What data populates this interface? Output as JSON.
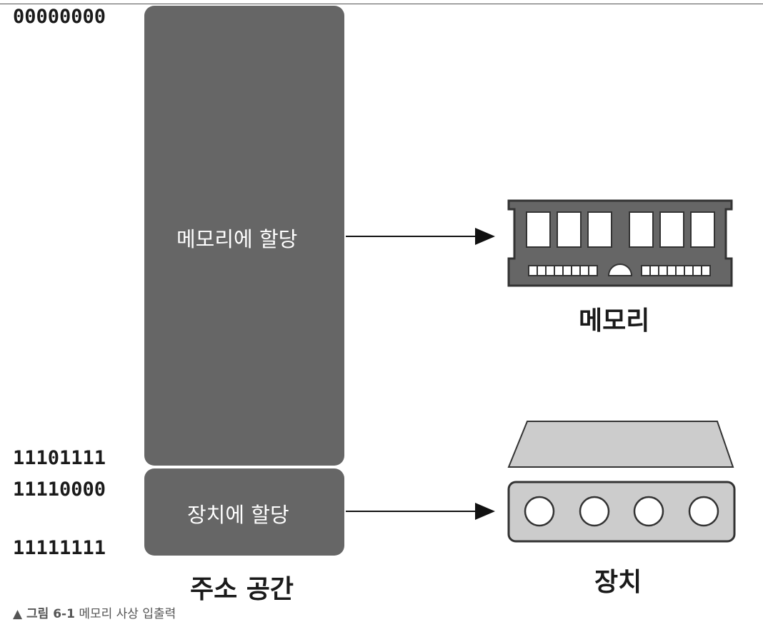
{
  "address_space": {
    "addresses": {
      "start": "00000000",
      "memory_end": "11101111",
      "device_start": "11110000",
      "end": "11111111"
    },
    "memory_region_label": "메모리에 할당",
    "device_region_label": "장치에 할당",
    "title": "주소 공간"
  },
  "targets": {
    "memory_label": "메모리",
    "device_label": "장치"
  },
  "caption": {
    "marker": "▲ 그림 6-1",
    "text": "메모리 사상 입출력"
  },
  "colors": {
    "block": "#666666",
    "device_light": "#cccccc",
    "text_dark": "#1a1a1a"
  }
}
